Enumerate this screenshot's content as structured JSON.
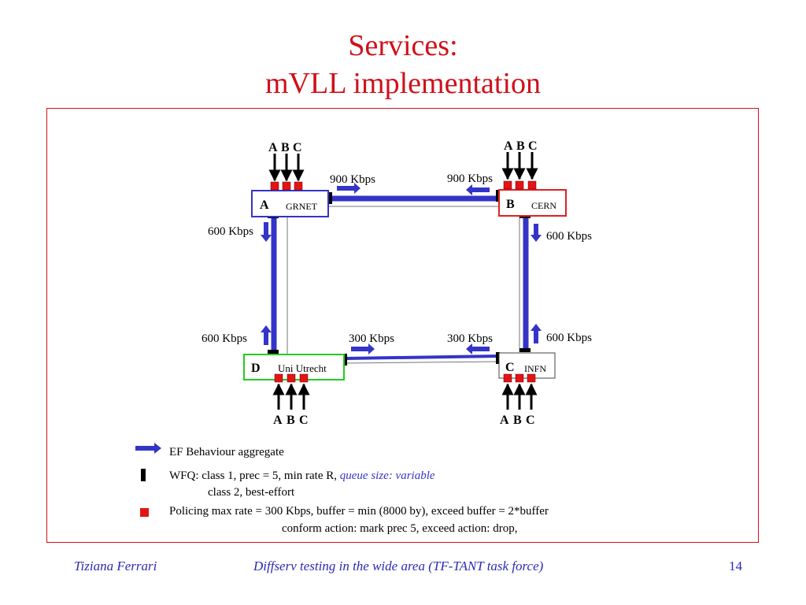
{
  "title": {
    "line1": "Services:",
    "line2": "mVLL implementation"
  },
  "nodes": {
    "A": {
      "letter": "A",
      "name": "GRNET",
      "policer_labels": [
        "A",
        "B",
        "C"
      ]
    },
    "B": {
      "letter": "B",
      "name": "CERN",
      "policer_labels": [
        "A",
        "B",
        "C"
      ]
    },
    "C": {
      "letter": "C",
      "name": "INFN",
      "policer_labels": [
        "A",
        "B",
        "C"
      ]
    },
    "D": {
      "letter": "D",
      "name": "Uni Utrecht",
      "policer_labels": [
        "A",
        "B",
        "C"
      ]
    }
  },
  "links": {
    "ab_left_rate": "900 Kbps",
    "ab_right_rate": "900 Kbps",
    "ad_top_rate": "600 Kbps",
    "ad_bottom_rate": "600 Kbps",
    "bc_top_rate": "600 Kbps",
    "bc_bottom_rate": "600 Kbps",
    "dc_left_rate": "300 Kbps",
    "dc_right_rate": "300 Kbps"
  },
  "legend": {
    "ef_label": "EF Behaviour aggregate",
    "wfq_line1_prefix": "WFQ: class 1, prec = 5, min rate R, ",
    "wfq_line1_emph": "queue size: variable",
    "wfq_line2": "class 2, best-effort",
    "policing_line1": "Policing max rate = 300 Kbps, buffer = min (8000 by), exceed buffer = 2*buffer",
    "policing_line2": "conform action: mark prec 5, exceed action: drop,"
  },
  "footer": {
    "author": "Tiziana Ferrari",
    "subject": "Diffserv testing in the wide area  (TF-TANT task force)",
    "page": "14"
  },
  "colors": {
    "title": "#d0101a",
    "ef_blue": "#3434c8",
    "node_a_border": "#3434c8",
    "node_b_border": "#e02020",
    "node_d_border": "#22cc22",
    "policer_red": "#e41414",
    "footer": "#2a2ab5"
  }
}
